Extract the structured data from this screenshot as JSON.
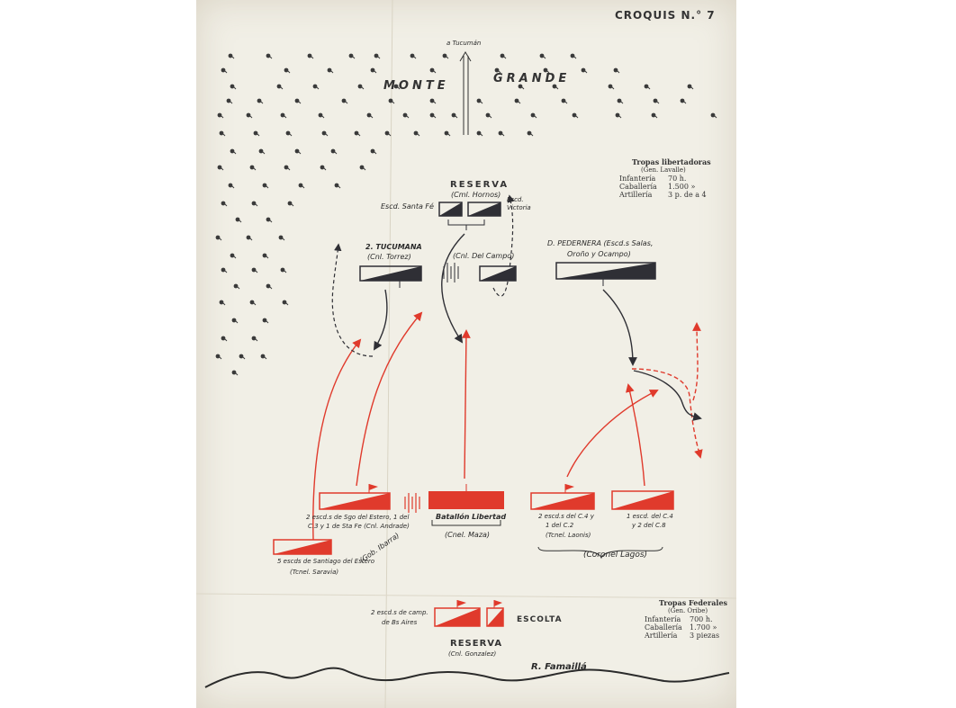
{
  "header": {
    "title": "CROQUIS N.° 7"
  },
  "terrain": {
    "forest_label_1": "MONTE",
    "forest_label_2": "GRANDE",
    "road_label": "a Tucumán",
    "river_label": "R. Famaillá"
  },
  "libertadores": {
    "title": "Tropas libertadoras",
    "commander": "(Gen. Lavalle)",
    "rows": [
      {
        "arm": "Infantería",
        "value": "70 h."
      },
      {
        "arm": "Caballería",
        "value": "1.500 »"
      },
      {
        "arm": "Artillería",
        "value": "3 p. de a 4"
      }
    ],
    "reserva_title": "RESERVA",
    "reserva_commander": "(Cml. Hornos)",
    "escd_santa_fe": "Escd. Santa Fé",
    "escd_victoria": "Escd. Victoria",
    "tucumana_1": "2. TUCUMANA",
    "tucumana_2": "(Cnl. Torrez)",
    "del_campo": "(Cnl. Del Campo)",
    "pedernera_1": "D. PEDERNERA (Escd.s Salas,",
    "pedernera_2": "Oroño y Ocampo)"
  },
  "federales": {
    "title": "Tropas Federales",
    "commander": "(Gen. Oribe)",
    "rows": [
      {
        "arm": "Infantería",
        "value": "700 h."
      },
      {
        "arm": "Caballería",
        "value": "1.700 »"
      },
      {
        "arm": "Artillería",
        "value": "3 piezas"
      }
    ],
    "unit_sgo_1": "2 escd.s de Sgo del Estero, 1 del",
    "unit_sgo_2": "C.3 y 1 de Sta Fe (Cnl. Andrade)",
    "batallon": "Batallón Libertad",
    "maza": "(Cnel. Maza)",
    "c4_1": "2 escd.s del C.4 y",
    "c4_2": "1 del C.2",
    "c4_3": "(Tcnel. Laonis)",
    "c4b_1": "1 escd. del C.4",
    "c4b_2": "y 2 del C.8",
    "lagos": "(Coronel Lagos)",
    "sgo5_1": "5 escds de Santiago del Estero",
    "sgo5_2": "(Tcnel. Saravia)",
    "ibarra": "(Gob. Ibarra)",
    "escd_camp_1": "2 escd.s de camp.",
    "escd_camp_2": "de Bs Aires",
    "escolta": "ESCOLTA",
    "reserva_title": "RESERVA",
    "reserva_commander": "(Cnl. Gonzalez)"
  },
  "colors": {
    "federal_red": "#e03a2c",
    "unitarian_dark": "#2f2f35",
    "paper": "#f1efe6"
  }
}
